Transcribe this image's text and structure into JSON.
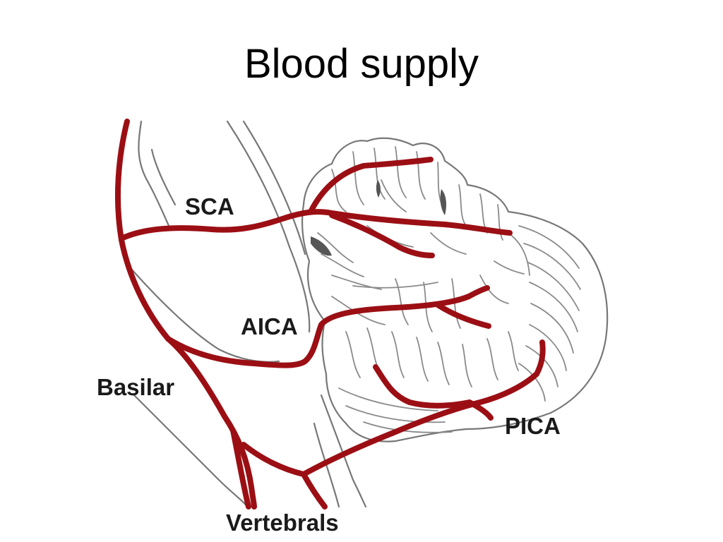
{
  "title": "Blood supply",
  "labels": {
    "sca": "SCA",
    "aica": "AICA",
    "basilar": "Basilar",
    "pica": "PICA",
    "vertebrals": "Vertebrals"
  },
  "colors": {
    "artery": "#9b0f14",
    "outline": "#777777"
  }
}
